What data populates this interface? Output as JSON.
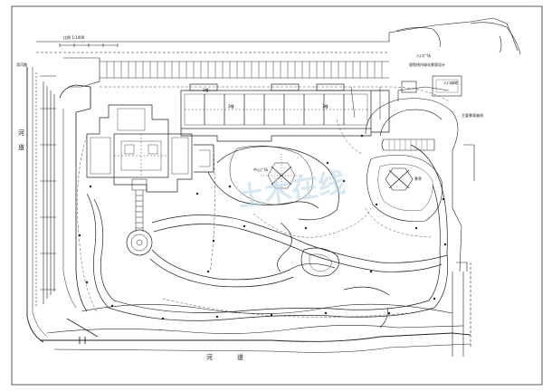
{
  "drawing": {
    "scale_label": "比例 1:1000",
    "river_left_top": "河",
    "river_left_bottom": "道",
    "river_bottom_left": "河",
    "river_bottom_right": "道",
    "left_edge_label": "滨河路",
    "top_right_note": "入口广场",
    "top_right_note_2": "规划线内绿化景观设计",
    "side_note": "入口绿地",
    "right_note": "主要景观轴线",
    "center_label": "中心广场",
    "right_pavilion_label": "景亭",
    "building_tags": [
      "1幢",
      "2幢",
      "3幢"
    ],
    "watermark": "土木在线"
  },
  "colors": {
    "line": "#222222",
    "light": "#666666",
    "watermark": "#b9d7ea"
  }
}
